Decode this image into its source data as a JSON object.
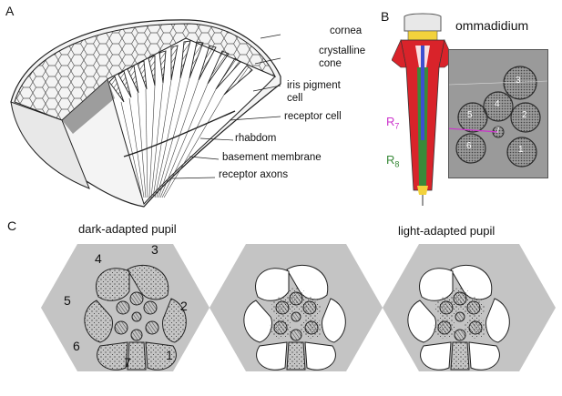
{
  "panels": {
    "a": {
      "letter": "A",
      "labels": [
        "cornea",
        "crystalline",
        "cone",
        "iris pigment",
        "cell",
        "receptor cell",
        "rhabdom",
        "basement membrane",
        "receptor  axons"
      ]
    },
    "b": {
      "letter": "B",
      "title": "ommadidium",
      "r7_main": "R",
      "r7_sub": "7",
      "r8_main": "R",
      "r8_sub": "8",
      "cell_numbers": [
        "3",
        "4",
        "5",
        "2",
        "7",
        "6",
        "1"
      ]
    },
    "c": {
      "letter": "C",
      "dark_title": "dark-adapted pupil",
      "light_title": "light-adapted pupil",
      "cell_numbers": [
        "3",
        "4",
        "5",
        "2",
        "6",
        "7",
        "1"
      ]
    }
  },
  "colors": {
    "hex_gray": "#c4c4c4",
    "rhabdomere_red": "#d9232a",
    "r7_magenta": "#cc33cc",
    "r8_green": "#3a8a3a",
    "rhabdom_blue": "#3d4fd0",
    "micrograph_gray": "#8c8c8c"
  }
}
